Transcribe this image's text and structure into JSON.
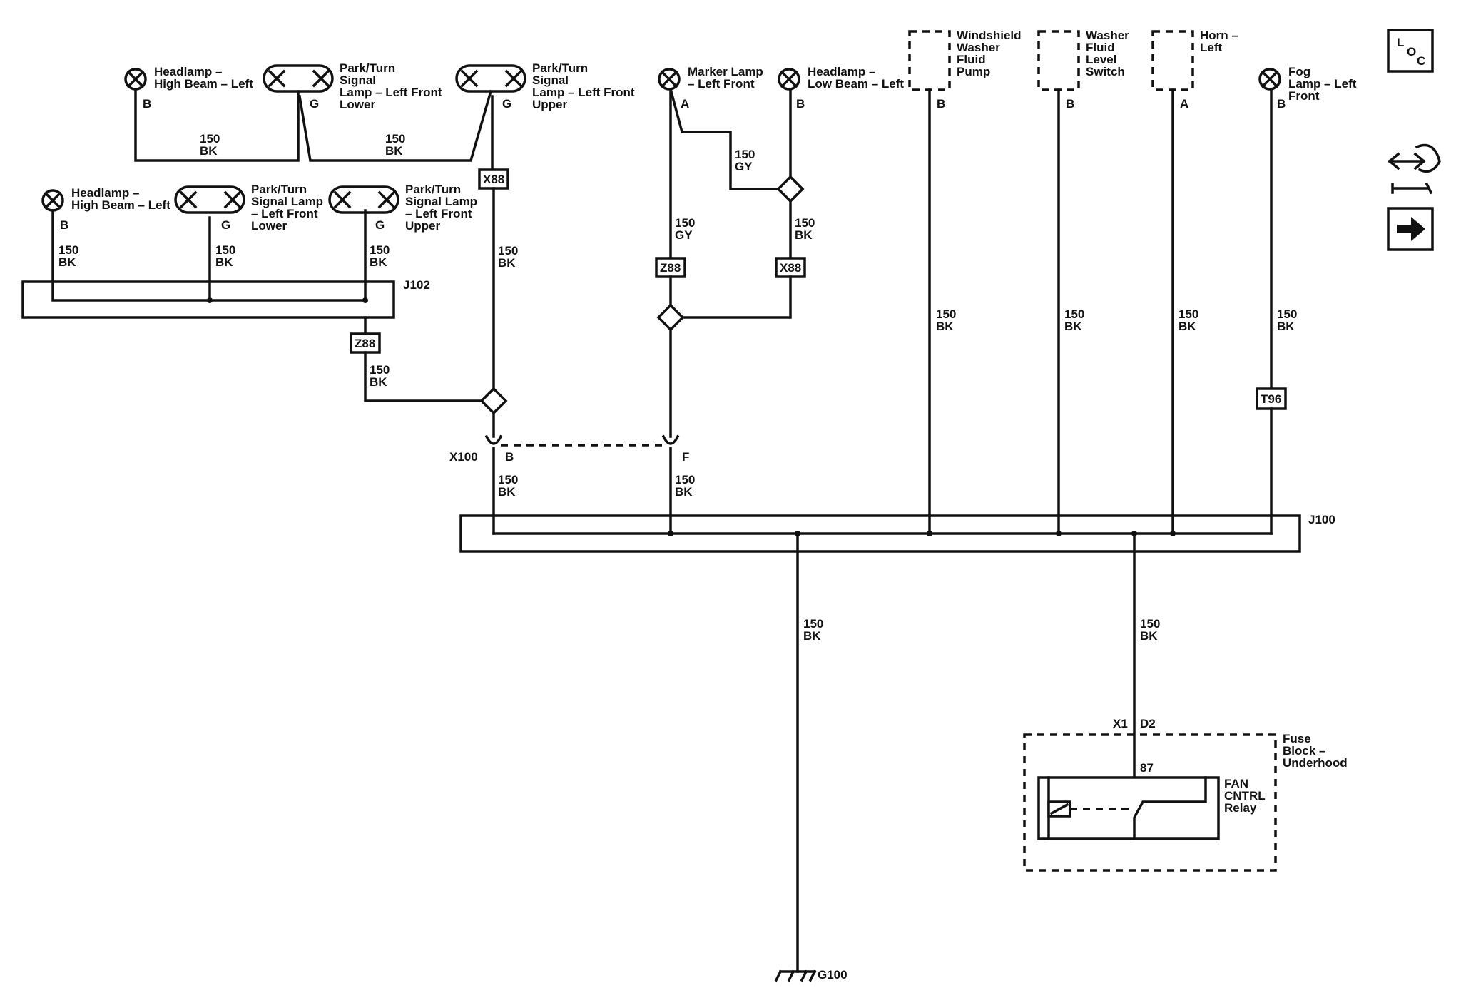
{
  "components": {
    "headlamp_high_left_top": {
      "name": "Headlamp –\nHigh Beam – Left",
      "pin": "B"
    },
    "park_turn_lower_top": {
      "name": "Park/Turn\nSignal\nLamp – Left Front\nLower",
      "pin": "G"
    },
    "park_turn_upper_top": {
      "name": "Park/Turn\nSignal\nLamp – Left Front\nUpper",
      "pin": "G"
    },
    "marker_lamp": {
      "name": "Marker Lamp\n– Left Front",
      "pin": "A"
    },
    "headlamp_low_left": {
      "name": "Headlamp –\nLow Beam – Left",
      "pin": "B"
    },
    "washer_pump": {
      "name": "Windshield\nWasher\nFluid\nPump",
      "pin": "B"
    },
    "washer_switch": {
      "name": "Washer\nFluid\nLevel\nSwitch",
      "pin": "B"
    },
    "horn_left": {
      "name": "Horn –\nLeft",
      "pin": "A"
    },
    "fog_lamp_left": {
      "name": "Fog\nLamp – Left\nFront",
      "pin": "B"
    },
    "headlamp_high_left_2": {
      "name": "Headlamp –\nHigh Beam – Left",
      "pin": "B"
    },
    "park_turn_lower_2": {
      "name": "Park/Turn\nSignal Lamp\n– Left Front\nLower",
      "pin": "G"
    },
    "park_turn_upper_2": {
      "name": "Park/Turn\nSignal Lamp\n– Left Front\nUpper",
      "pin": "G"
    },
    "fuse_block": {
      "name": "Fuse\nBlock –\nUnderhood"
    },
    "fan_relay": {
      "name": "FAN\nCNTRL\nRelay",
      "pin": "87"
    }
  },
  "wires": {
    "bk": "150\nBK",
    "gy": "150\nGY"
  },
  "splices": {
    "j102": "J102",
    "j100": "J100"
  },
  "connectors": {
    "x88": "X88",
    "z88": "Z88",
    "t96": "T96",
    "x100": "X100",
    "x100_pin_b": "B",
    "x100_pin_f": "F",
    "x1": "X1",
    "d2": "D2"
  },
  "ground": "G100",
  "nav": {
    "loc_l": "L",
    "loc_o": "O",
    "loc_c": "C"
  }
}
